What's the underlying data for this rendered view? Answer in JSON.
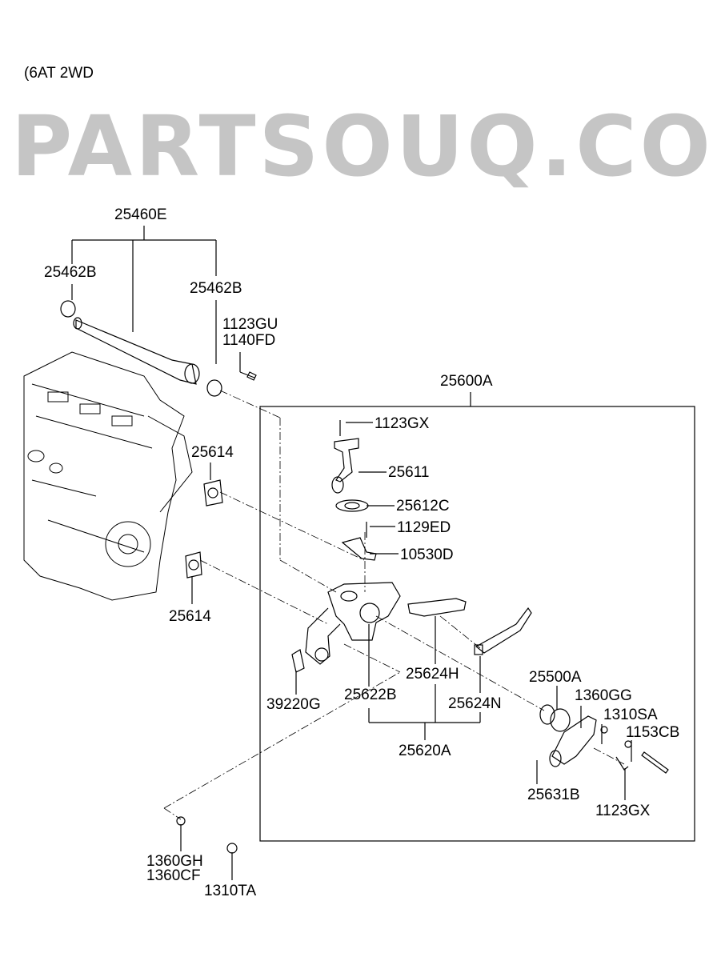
{
  "diagram": {
    "variant_note": "(6AT 2WD",
    "watermark": "PARTSOUQ.COM",
    "part_labels": [
      {
        "id": "25460E",
        "text": "25460E"
      },
      {
        "id": "25462B-left",
        "text": "25462B"
      },
      {
        "id": "25462B-right",
        "text": "25462B"
      },
      {
        "id": "1123GU",
        "text": "1123GU"
      },
      {
        "id": "1140FD",
        "text": "1140FD"
      },
      {
        "id": "25600A",
        "text": "25600A"
      },
      {
        "id": "1123GX-top",
        "text": "1123GX"
      },
      {
        "id": "25611",
        "text": "25611"
      },
      {
        "id": "25612C",
        "text": "25612C"
      },
      {
        "id": "1129ED",
        "text": "1129ED"
      },
      {
        "id": "10530D",
        "text": "10530D"
      },
      {
        "id": "25614-upper",
        "text": "25614"
      },
      {
        "id": "25614-lower",
        "text": "25614"
      },
      {
        "id": "25624H",
        "text": "25624H"
      },
      {
        "id": "39220G",
        "text": "39220G"
      },
      {
        "id": "25622B",
        "text": "25622B"
      },
      {
        "id": "25624N",
        "text": "25624N"
      },
      {
        "id": "25500A",
        "text": "25500A"
      },
      {
        "id": "1360GG",
        "text": "1360GG"
      },
      {
        "id": "1310SA",
        "text": "1310SA"
      },
      {
        "id": "1153CB",
        "text": "1153CB"
      },
      {
        "id": "25620A",
        "text": "25620A"
      },
      {
        "id": "25631B",
        "text": "25631B"
      },
      {
        "id": "1123GX-bottom",
        "text": "1123GX"
      },
      {
        "id": "1360GH",
        "text": "1360GH"
      },
      {
        "id": "1360CF",
        "text": "1360CF"
      },
      {
        "id": "1310TA",
        "text": "1310TA"
      }
    ]
  }
}
